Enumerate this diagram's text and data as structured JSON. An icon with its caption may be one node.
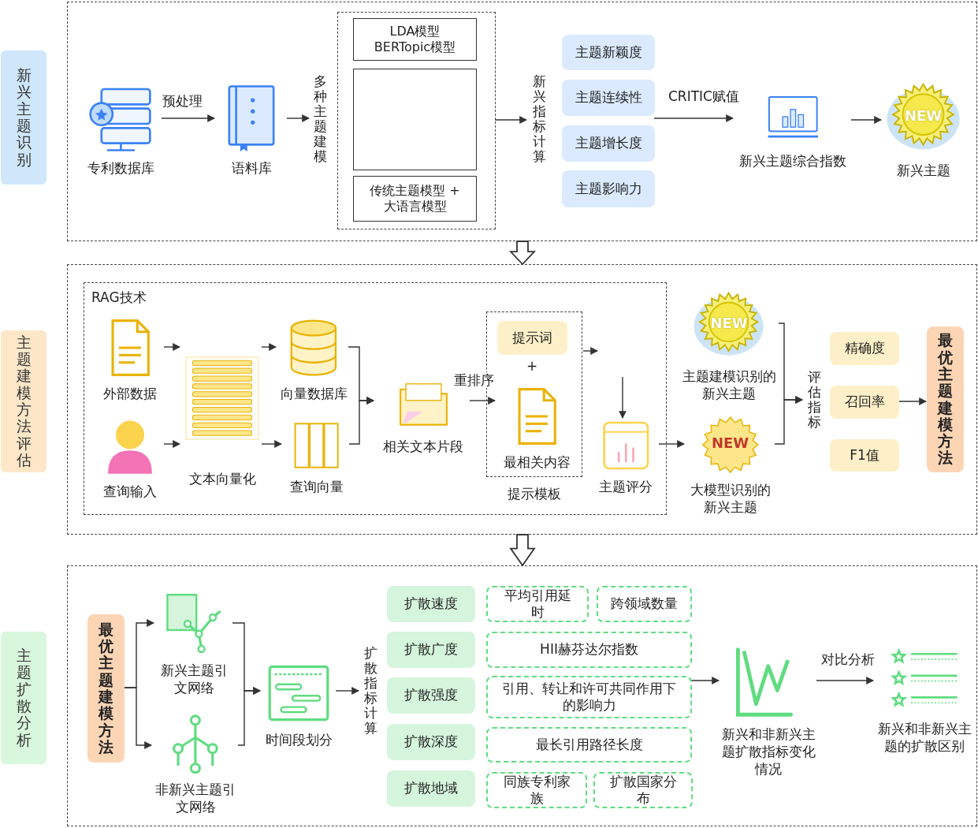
{
  "diagram": {
    "nodes": [
      {
        "text": [
          "新兴主题识别"
        ]
      },
      {
        "text": [
          "专利数据库"
        ],
        "in": 0
      },
      {
        "text": [
          "语料库"
        ],
        "in": 0
      },
      {
        "text": [
          "多种主题建模"
        ],
        "in": 0
      },
      {
        "text": [
          "LDA模型 BERTopic模型"
        ],
        "in": 3
      },
      {
        "text": [],
        "shape": "box",
        "in": 3
      },
      {
        "text": [
          "传统主题模型 + 大语言模型"
        ],
        "in": 3
      },
      {
        "text": [
          "新兴指标计算"
        ],
        "in": 0
      },
      {
        "text": [
          "主题新颖度"
        ],
        "in": 0
      },
      {
        "text": [
          "主题连续性"
        ],
        "in": 0
      },
      {
        "text": [
          "主题增长度"
        ],
        "in": 0
      },
      {
        "text": [
          "主题影响力"
        ],
        "in": 0
      },
      {
        "text": [
          "新兴主题综合指数"
        ],
        "in": 0
      },
      {
        "text": [
          "NEW",
          "新兴主题"
        ],
        "in": 0
      },
      {
        "text": [
          "主题建模方法评估"
        ]
      },
      {
        "text": [
          "RAG技术"
        ],
        "in": 14
      },
      {
        "text": [
          "外部数据"
        ],
        "in": 15
      },
      {
        "text": [
          "查询输入"
        ],
        "in": 15
      },
      {
        "text": [
          "文本向量化"
        ],
        "in": 15
      },
      {
        "text": [
          "向量数据库"
        ],
        "in": 15
      },
      {
        "text": [
          "查询向量"
        ],
        "in": 15
      },
      {
        "text": [
          "相关文本片段"
        ],
        "in": 15
      },
      {
        "text": [
          "提示模板"
        ],
        "in": 15
      },
      {
        "text": [
          "提示词"
        ],
        "in": 22
      },
      {
        "text": [
          "最相关内容"
        ],
        "in": 22
      },
      {
        "text": [
          "主题评分"
        ],
        "in": 15
      },
      {
        "text": [
          "NEW",
          "主题建模识别的新兴主题"
        ],
        "in": 14
      },
      {
        "text": [
          "NEW",
          "大模型识别的新兴主题"
        ],
        "in": 14
      },
      {
        "text": [
          "评估指标"
        ],
        "in": 14
      },
      {
        "text": [
          "精确度"
        ],
        "in": 14
      },
      {
        "text": [
          "召回率"
        ],
        "in": 14
      },
      {
        "text": [
          "F1值"
        ],
        "in": 14
      },
      {
        "text": [
          "最优主题建模方法"
        ],
        "in": 14
      },
      {
        "text": [
          "主题扩散分析"
        ]
      },
      {
        "text": [
          "最优主题建模方法"
        ],
        "in": 33
      },
      {
        "text": [
          "新兴主题引文网络"
        ],
        "in": 33
      },
      {
        "text": [
          "非新兴主题引文网络"
        ],
        "in": 33
      },
      {
        "text": [
          "时间段划分"
        ],
        "in": 33
      },
      {
        "text": [
          "扩散指标计算"
        ],
        "in": 33
      },
      {
        "text": [
          "扩散速度"
        ],
        "in": 33
      },
      {
        "text": [
          "扩散广度"
        ],
        "in": 33
      },
      {
        "text": [
          "扩散强度"
        ],
        "in": 33
      },
      {
        "text": [
          "扩散深度"
        ],
        "in": 33
      },
      {
        "text": [
          "扩散地域"
        ],
        "in": 33
      },
      {
        "text": [
          "平均引用延时"
        ],
        "in": 33
      },
      {
        "text": [
          "跨领域数量"
        ],
        "in": 33
      },
      {
        "text": [
          "HII赫芬达尔指数"
        ],
        "in": 33
      },
      {
        "text": [
          "引用、转让和许可共同作用下的影响力"
        ],
        "in": 33
      },
      {
        "text": [
          "最长引用路径长度"
        ],
        "in": 33
      },
      {
        "text": [
          "同族专利家族"
        ],
        "in": 33
      },
      {
        "text": [
          "扩散国家分布"
        ],
        "in": 33
      },
      {
        "text": [
          "新兴和非新兴主题扩散指标变化情况"
        ],
        "in": 33
      },
      {
        "text": [
          "新兴和非新兴主题的扩散区别"
        ],
        "in": 33
      }
    ],
    "edges": [
      {
        "from": 1,
        "to": 2,
        "arrow": "to",
        "label": "预处理"
      },
      {
        "from": 2,
        "to": 3,
        "arrow": "to"
      },
      {
        "from": 3,
        "to": 7,
        "arrow": "to"
      },
      {
        "from": 9,
        "to": 12,
        "arrow": "to",
        "label": "CRITIC赋值"
      },
      {
        "from": 12,
        "to": 13,
        "arrow": "to"
      },
      {
        "from": 0,
        "to": 14,
        "arrow": "to",
        "style": "thick"
      },
      {
        "from": 16,
        "to": 18,
        "arrow": "to"
      },
      {
        "from": 17,
        "to": 18,
        "arrow": "to"
      },
      {
        "from": 18,
        "to": 19,
        "arrow": "to"
      },
      {
        "from": 18,
        "to": 20,
        "arrow": "to"
      },
      {
        "from": 19,
        "to": 21,
        "arrow": "to"
      },
      {
        "from": 20,
        "to": 21,
        "arrow": "to"
      },
      {
        "from": 21,
        "to": 24,
        "arrow": "to",
        "label": "重排序"
      },
      {
        "from": 22,
        "to": null,
        "arrow": "to"
      },
      {
        "from": null,
        "to": 25,
        "arrow": "to"
      },
      {
        "from": 25,
        "to": 27,
        "arrow": "to"
      },
      {
        "from": 26,
        "to": 28,
        "arrow": "to"
      },
      {
        "from": 27,
        "to": 28,
        "arrow": "to"
      },
      {
        "from": 30,
        "to": 32,
        "arrow": "to"
      },
      {
        "from": 14,
        "to": 33,
        "arrow": "to",
        "style": "thick"
      },
      {
        "from": 34,
        "to": 35,
        "arrow": "to"
      },
      {
        "from": 34,
        "to": 36,
        "arrow": "to"
      },
      {
        "from": 35,
        "to": 37,
        "arrow": "to"
      },
      {
        "from": 36,
        "to": 37,
        "arrow": "to"
      },
      {
        "from": 37,
        "to": 38,
        "arrow": "to"
      },
      {
        "from": 47,
        "to": 51,
        "arrow": "to"
      },
      {
        "from": 51,
        "to": 52,
        "arrow": "to",
        "label": "对比分析"
      }
    ],
    "labels": [
      "+"
    ]
  }
}
